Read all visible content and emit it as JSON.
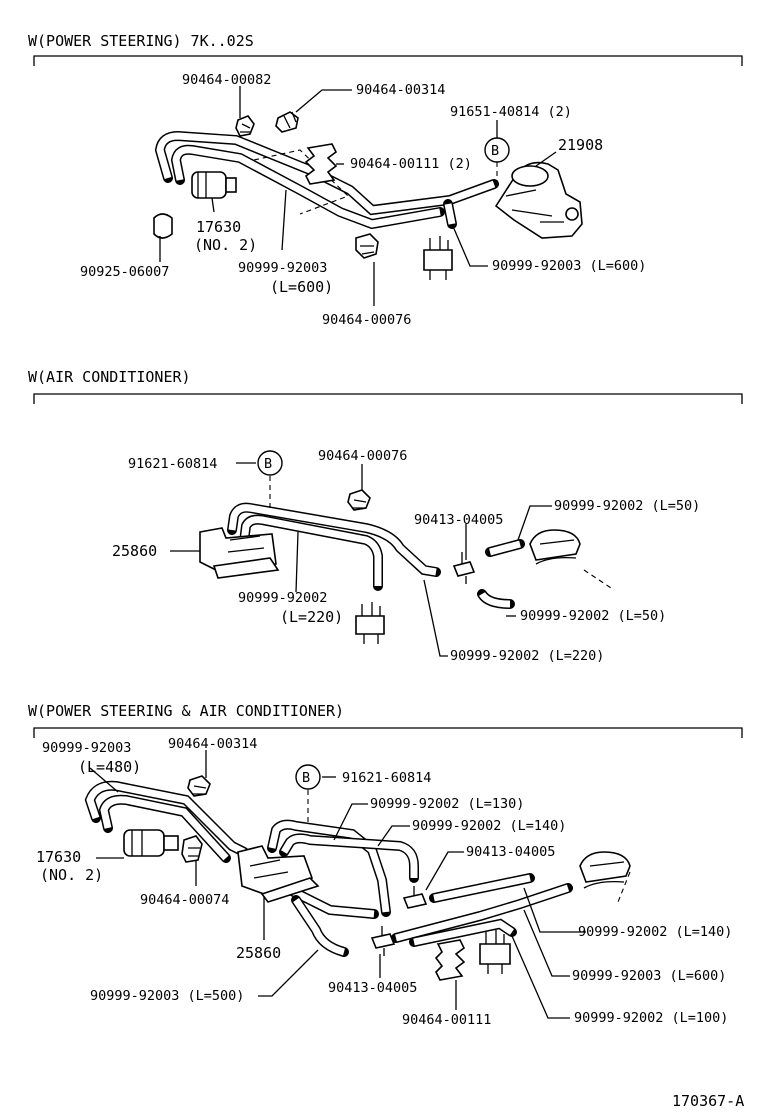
{
  "sections": [
    {
      "title": "W(POWER STEERING)  7K..02S",
      "labels": {
        "p1": "90464-00082",
        "p2": "90464-00314",
        "p3": "91651-40814 (2)",
        "p4": "21908",
        "p5": "90464-00111 (2)",
        "p6": "17630",
        "p6b": "(NO. 2)",
        "p7": "90925-06007",
        "p8": "90999-92003",
        "p8b": "(L=600)",
        "p9": "90999-92003 (L=600)",
        "p10": "90464-00076",
        "callout": "B"
      }
    },
    {
      "title": "W(AIR CONDITIONER)",
      "labels": {
        "p1": "91621-60814",
        "callout": "B",
        "p2": "90464-00076",
        "p3": "90999-92002 (L=50)",
        "p4": "90413-04005",
        "p5": "25860",
        "p6": "90999-92002",
        "p6b": "(L=220)",
        "p7": "90999-92002 (L=50)",
        "p8": "90999-92002 (L=220)"
      }
    },
    {
      "title": "W(POWER STEERING & AIR CONDITIONER)",
      "labels": {
        "p1": "90999-92003",
        "p1b": "(L=480)",
        "p2": "90464-00314",
        "callout": "B",
        "p3": "91621-60814",
        "p4": "90999-92002 (L=130)",
        "p5": "90999-92002 (L=140)",
        "p6": "90413-04005",
        "p7": "17630",
        "p7b": "(NO. 2)",
        "p8": "90464-00074",
        "p9": "90999-92002 (L=140)",
        "p10": "25860",
        "p11": "90999-92003 (L=600)",
        "p12": "90999-92003 (L=500)",
        "p13": "90413-04005",
        "p14": "90464-00111",
        "p15": "90999-92002 (L=100)"
      }
    }
  ],
  "footer": {
    "code": "170367-A"
  }
}
